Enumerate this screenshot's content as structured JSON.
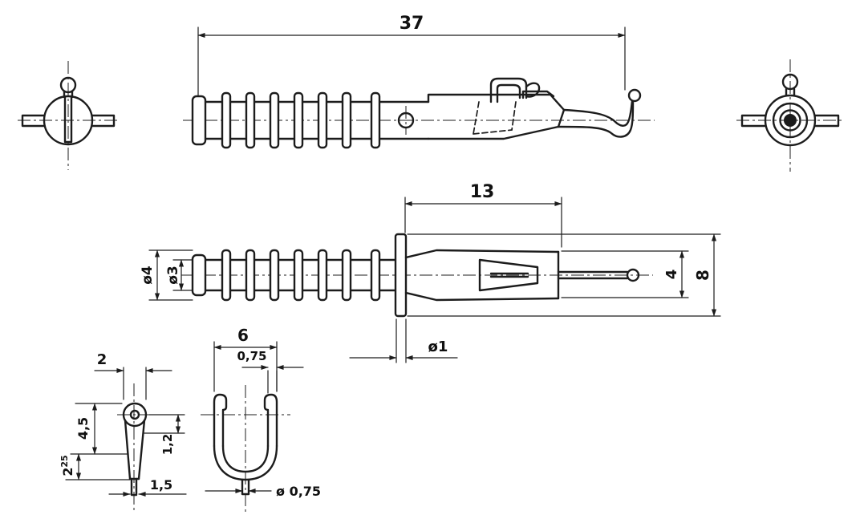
{
  "drawing": {
    "type": "hand-drawn dimensioned technical drawing of a sprung coupling hook part, three orthographic views plus two detail views",
    "labels": {
      "overall_length": "37",
      "head_length": "13",
      "rib_diameter": "ø4",
      "body_diameter": "ø3",
      "slot_height": "4",
      "flange_diameter": "8",
      "flange_thickness": "ø1",
      "eye_width": "2",
      "eye_height": "4,5",
      "eye_bore_offset": "1,2",
      "stem_length_base": "2",
      "stem_length_sup": "25",
      "tip_width": "1,5",
      "fork_width": "6",
      "fork_wall": "0,75",
      "fork_pin_diameter": "ø 0,75"
    }
  }
}
